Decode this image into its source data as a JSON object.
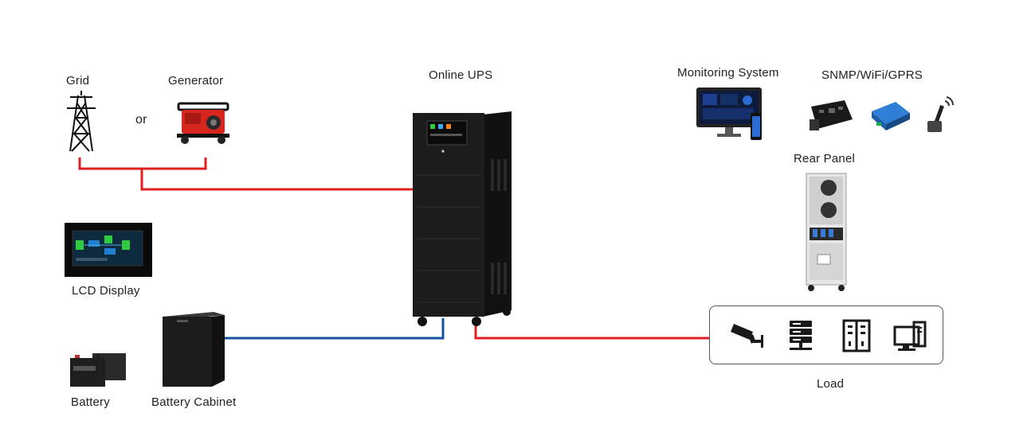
{
  "labels": {
    "grid": "Grid",
    "generator": "Generator",
    "or": "or",
    "online_ups": "Online UPS",
    "monitoring_system": "Monitoring System",
    "snmp": "SNMP/WiFi/GPRS",
    "rear_panel": "Rear Panel",
    "lcd_display": "LCD Display",
    "battery": "Battery",
    "battery_cabinet": "Battery Cabinet",
    "load": "Load"
  },
  "colors": {
    "ac_line": "#e02020",
    "dc_line": "#1450a8",
    "device_body": "#1a1a1a"
  },
  "icons": {
    "grid": "power-tower-icon",
    "generator": "generator-icon",
    "monitor": "monitor-icon",
    "load": [
      "cctv-camera-icon",
      "server-icon",
      "rack-cabinet-icon",
      "computer-icon"
    ]
  }
}
